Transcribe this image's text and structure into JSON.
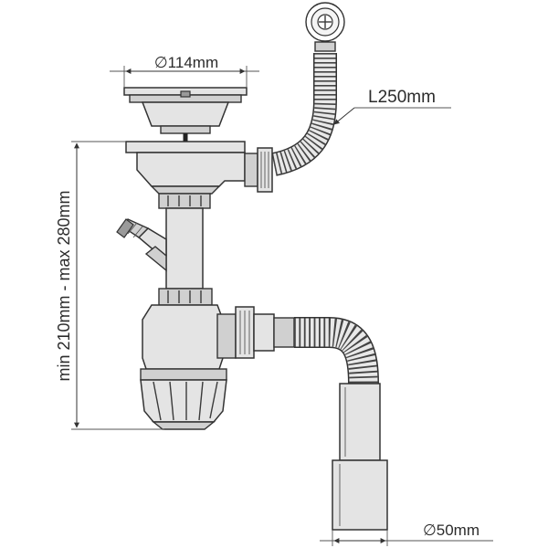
{
  "labels": {
    "top_diameter": "∅114mm",
    "overflow_length": "L250mm",
    "height_range": "min 210mm - max 280mm",
    "outlet_diameter": "∅50mm"
  }
}
